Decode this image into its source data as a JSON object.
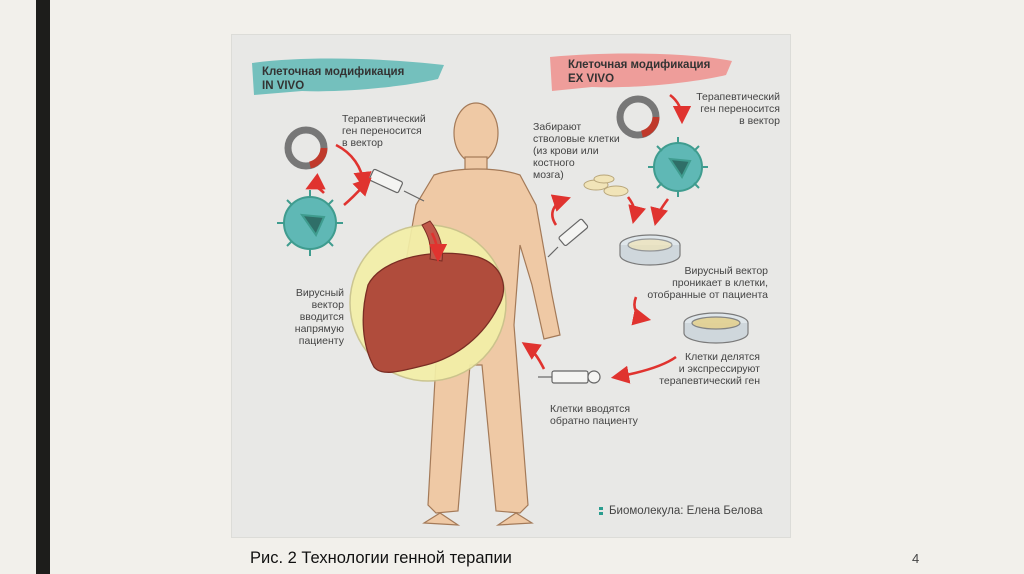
{
  "diagram": {
    "in_vivo_heading": "Клеточная модификация\nIN VIVO",
    "ex_vivo_heading": "Клеточная модификация\nEX VIVO",
    "gene_transfer_left": "Терапевтический\nген переносится\nв вектор",
    "gene_transfer_right": "Терапевтический\nген переносится\nв вектор",
    "viral_vector_direct": "Вирусный\nвектор\nвводится\nнапрямую\nпациенту",
    "stem_cells": "Забирают\nстволовые клетки\n(из крови или\nкостного\nмозга)",
    "vector_penetrates": "Вирусный вектор\nпроникает в клетки,\nотобранные от пациента",
    "cells_divide": "Клетки делятся\nи экспрессируют\nтерапевтический ген",
    "cells_returned": "Клетки вводятся\nобратно пациенту",
    "credit": "Биомолекула: Елена Белова",
    "colors": {
      "teal": "#5fb8b5",
      "salmon": "#ef8f8c",
      "arrow": "#e0332f",
      "liver": "#b04c3c",
      "skin": "#efc9a5",
      "highlight": "#f3efa8",
      "virus": "#3f9c8f"
    }
  },
  "slide": {
    "caption": "Рис. 2 Технологии генной терапии",
    "page_number": "4"
  }
}
